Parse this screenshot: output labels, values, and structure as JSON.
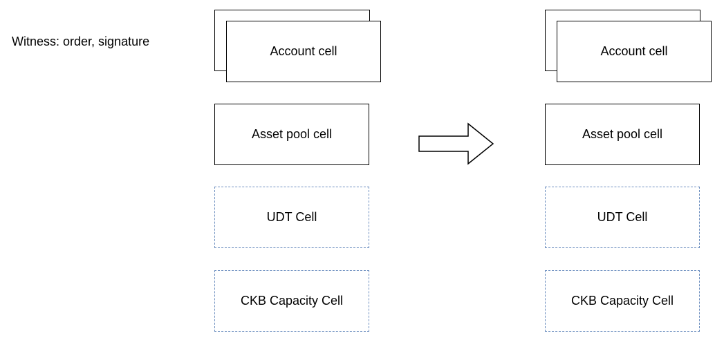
{
  "witness": {
    "text": "Witness: order, signature"
  },
  "left": {
    "account": "Account cell",
    "asset_pool": "Asset pool cell",
    "udt": "UDT Cell",
    "ckb": "CKB Capacity Cell"
  },
  "right": {
    "account": "Account cell",
    "asset_pool": "Asset pool cell",
    "udt": "UDT Cell",
    "ckb": "CKB Capacity Cell"
  },
  "colors": {
    "solid_border": "#000000",
    "dashed_border": "#6c8ebf"
  }
}
